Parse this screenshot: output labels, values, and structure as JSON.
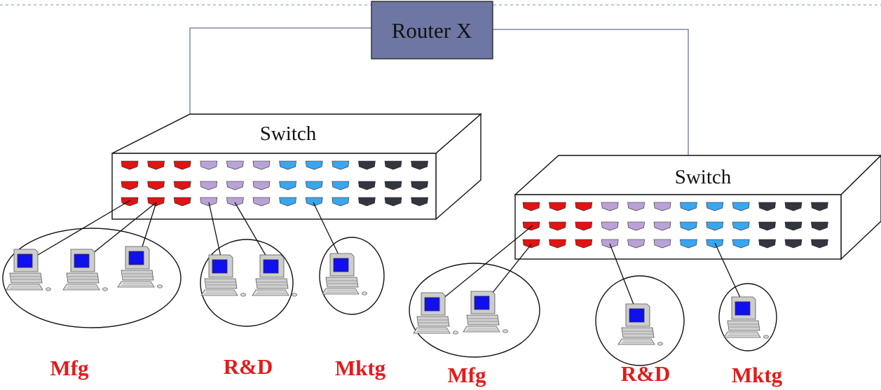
{
  "router": {
    "label": "Router X",
    "fill": "#6e77a3"
  },
  "switches": [
    {
      "label": "Switch"
    },
    {
      "label": "Switch"
    }
  ],
  "groups": {
    "left": [
      {
        "label": "Mfg"
      },
      {
        "label": "R&D"
      },
      {
        "label": "Mktg"
      }
    ],
    "right": [
      {
        "label": "Mfg"
      },
      {
        "label": "R&D"
      },
      {
        "label": "Mktg"
      }
    ]
  },
  "port_colors": [
    "#e01414",
    "#b9a3d6",
    "#3aa6f0",
    "#34363f"
  ],
  "label_color": "#e31b1b"
}
